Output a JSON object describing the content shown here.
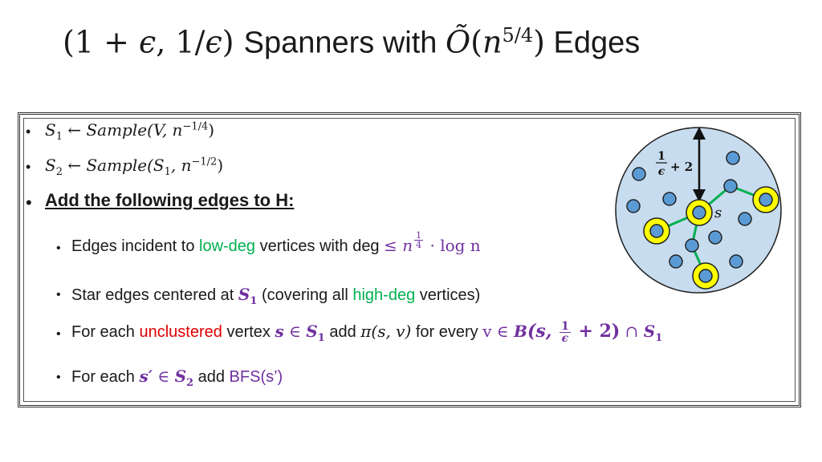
{
  "title": {
    "open": "(1 + ",
    "eps1": "ϵ",
    "mid": ", 1/",
    "eps2": "ϵ",
    "close": ") ",
    "spanners": "Spanners with ",
    "otilde": "Õ",
    "paren_open": "(",
    "n": "n",
    "exp": "5/4",
    "paren_close": ")",
    "edges": " Edges"
  },
  "bullets": {
    "b1": {
      "lhs": "S",
      "lhs_sub": "1",
      "arrow": " ← ",
      "fn": "Sample",
      "args": "(V, n",
      "exp": "−1/4",
      "end": ")"
    },
    "b2": {
      "lhs": "S",
      "lhs_sub": "2",
      "arrow": " ← ",
      "fn": "Sample",
      "args_pre": "(S",
      "args_sub": "1",
      "args_post": ", n",
      "exp": "−1/2",
      "end": ")"
    },
    "b3": {
      "text": "Add the following edges to H:"
    }
  },
  "sub_bullets": {
    "s1": {
      "t1": "Edges incident to ",
      "t2": "low-deg",
      "t3": " vertices with deg ",
      "math_le": "≤ ",
      "math_n": "n",
      "exp_num": "1",
      "exp_den": "4",
      "math_rest": " · log n"
    },
    "s2": {
      "t1": "Star edges centered at ",
      "m1": "S",
      "m1_sub": "1",
      "t2": " (covering all ",
      "t3": "high-deg",
      "t4": " vertices)"
    },
    "s3": {
      "t1": "For each ",
      "t2": "unclustered",
      "t3": " vertex ",
      "m1": "s",
      "m2": " ∈ ",
      "m3": "S",
      "m3_sub": "1",
      "t4": " add ",
      "m4": "π(s, v)",
      "t5": " for every ",
      "m5": "v ∈ ",
      "m6": "B",
      "m7": "(s, ",
      "frac_num": "1",
      "frac_den": "ϵ",
      "m8": " + 2)",
      "m9": " ∩ ",
      "m10": "S",
      "m10_sub": "1"
    },
    "s4": {
      "t1": "For each ",
      "m1": "s′",
      "m2": " ∈ ",
      "m3": "S",
      "m3_sub": "2",
      "t2": " add ",
      "t3": "BFS(s’)"
    }
  },
  "diagram": {
    "radius_label_num": "1",
    "radius_label_den": "ϵ",
    "radius_label_rest": "+ 2",
    "center_label": "s",
    "colors": {
      "ball": "#c7dcee",
      "node": "#5b9bd5",
      "highlight": "#ffff00",
      "edge": "#00b050"
    }
  },
  "colors": {
    "purple": "#7030a0",
    "green": "#00b050",
    "red": "#e00000"
  }
}
